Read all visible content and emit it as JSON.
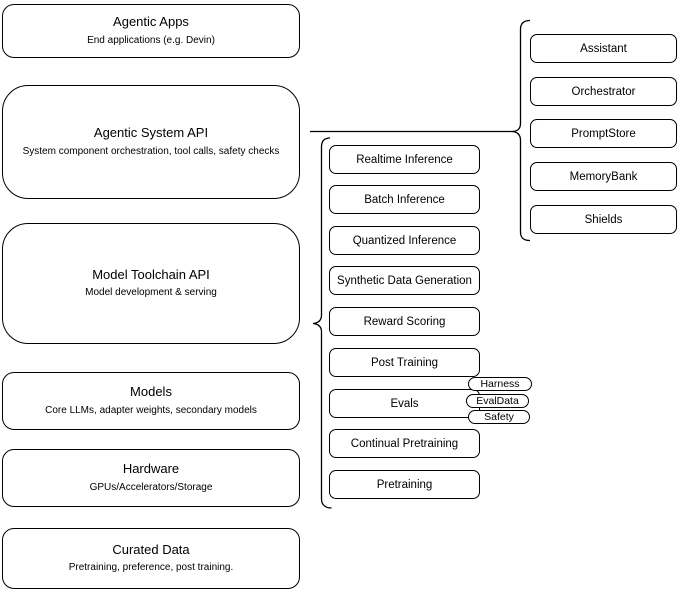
{
  "diagram": {
    "left_stack": [
      {
        "title": "Agentic Apps",
        "subtitle": "End applications (e.g. Devin)"
      },
      {
        "title": "Agentic System API",
        "subtitle": "System component orchestration, tool calls, safety checks"
      },
      {
        "title": "Model Toolchain API",
        "subtitle": "Model development & serving"
      },
      {
        "title": "Models",
        "subtitle": "Core LLMs, adapter weights, secondary models"
      },
      {
        "title": "Hardware",
        "subtitle": "GPUs/Accelerators/Storage"
      },
      {
        "title": "Curated Data",
        "subtitle": "Pretraining, preference, post training."
      }
    ],
    "toolchain_group": {
      "items": [
        "Realtime Inference",
        "Batch Inference",
        "Quantized Inference",
        "Synthetic Data Generation",
        "Reward Scoring",
        "Post Training",
        "Evals",
        "Continual Pretraining",
        "Pretraining"
      ],
      "evals_tags": [
        "Harness",
        "EvalData",
        "Safety"
      ]
    },
    "system_group": {
      "items": [
        "Assistant",
        "Orchestrator",
        "PromptStore",
        "MemoryBank",
        "Shields"
      ]
    },
    "colors": {
      "stroke": "#000000",
      "fill": "#ffffff",
      "background": "#ffffff",
      "text": "#000000"
    }
  }
}
